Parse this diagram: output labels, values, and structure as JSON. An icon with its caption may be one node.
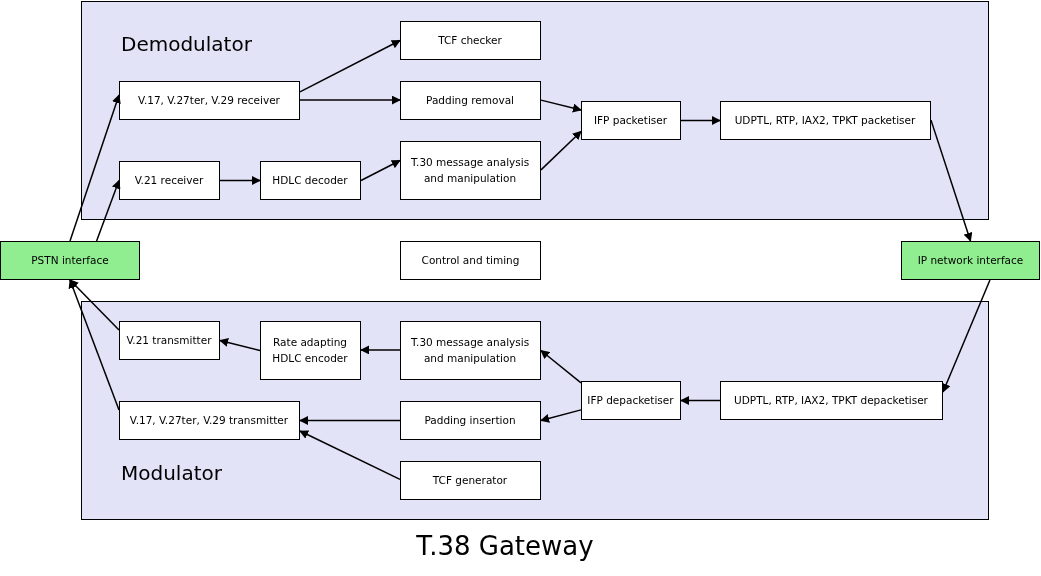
{
  "diagram": {
    "title": "T.38 Gateway",
    "nodes": [
      {
        "text": [
          "Demodulator"
        ]
      },
      {
        "text": [
          "TCF checker"
        ],
        "in": 0
      },
      {
        "text": [
          "V.17, V.27ter, V.29 receiver"
        ],
        "in": 0
      },
      {
        "text": [
          "Padding removal"
        ],
        "in": 0
      },
      {
        "text": [
          "IFP packetiser"
        ],
        "in": 0
      },
      {
        "text": [
          "UDPTL, RTP, IAX2, TPKT packetiser"
        ],
        "in": 0
      },
      {
        "text": [
          "V.21 receiver"
        ],
        "in": 0
      },
      {
        "text": [
          "HDLC decoder"
        ],
        "in": 0
      },
      {
        "text": [
          "T.30 message analysis and manipulation"
        ],
        "in": 0
      },
      {
        "text": [
          "PSTN interface"
        ]
      },
      {
        "text": [
          "Control and timing"
        ]
      },
      {
        "text": [
          "IP network interface"
        ]
      },
      {
        "text": [
          "Modulator"
        ]
      },
      {
        "text": [
          "V.21 transmitter"
        ],
        "in": 12
      },
      {
        "text": [
          "Rate adapting HDLC encoder"
        ],
        "in": 12
      },
      {
        "text": [
          "T.30 message analysis and manipulation"
        ],
        "in": 12
      },
      {
        "text": [
          "IFP depacketiser"
        ],
        "in": 12
      },
      {
        "text": [
          "UDPTL, RTP, IAX2, TPKT depacketiser"
        ],
        "in": 12
      },
      {
        "text": [
          "V.17, V.27ter, V.29 transmitter"
        ],
        "in": 12
      },
      {
        "text": [
          "Padding insertion"
        ],
        "in": 12
      },
      {
        "text": [
          "TCF generator"
        ],
        "in": 12
      }
    ],
    "edges": [
      {
        "from": 9,
        "to": 2,
        "arrow": "to"
      },
      {
        "from": 9,
        "to": 6,
        "arrow": "to"
      },
      {
        "from": 2,
        "to": 1,
        "arrow": "to"
      },
      {
        "from": 2,
        "to": 3,
        "arrow": "to"
      },
      {
        "from": 6,
        "to": 7,
        "arrow": "to"
      },
      {
        "from": 7,
        "to": 8,
        "arrow": "to"
      },
      {
        "from": 3,
        "to": 4,
        "arrow": "to"
      },
      {
        "from": 8,
        "to": 4,
        "arrow": "to"
      },
      {
        "from": 4,
        "to": 5,
        "arrow": "to"
      },
      {
        "from": 5,
        "to": 11,
        "arrow": "to"
      },
      {
        "from": 11,
        "to": 17,
        "arrow": "to"
      },
      {
        "from": 17,
        "to": 16,
        "arrow": "to"
      },
      {
        "from": 16,
        "to": 15,
        "arrow": "to"
      },
      {
        "from": 16,
        "to": 19,
        "arrow": "to"
      },
      {
        "from": 15,
        "to": 14,
        "arrow": "to"
      },
      {
        "from": 14,
        "to": 13,
        "arrow": "to"
      },
      {
        "from": 13,
        "to": 9,
        "arrow": "to"
      },
      {
        "from": 18,
        "to": 9,
        "arrow": "to"
      },
      {
        "from": 19,
        "to": 18,
        "arrow": "to"
      },
      {
        "from": 20,
        "to": 18,
        "arrow": "to"
      }
    ]
  }
}
